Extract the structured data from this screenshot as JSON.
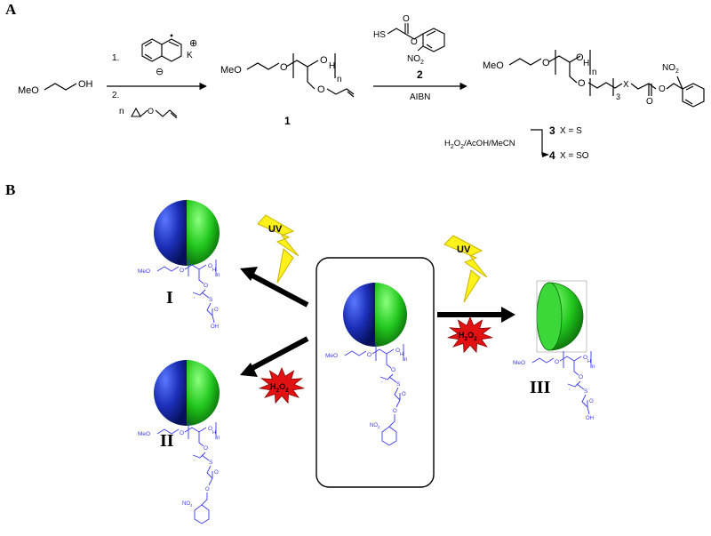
{
  "panels": {
    "a_label": "A",
    "b_label": "B"
  },
  "scheme": {
    "start": {
      "meo": "MeO",
      "oh": "OH"
    },
    "step1": {
      "k_plus": "K",
      "plus": "⊕",
      "minus": "⊖",
      "line1": "1.",
      "line2": "2.",
      "n": "n"
    },
    "compound1": {
      "label": "1",
      "meo": "MeO",
      "n": "n",
      "h": "H"
    },
    "step2": {
      "reagent_label": "2",
      "hs": "HS",
      "no2": "NO",
      "no2_sub": "2",
      "condition": "AIBN"
    },
    "compound34": {
      "meo": "MeO",
      "n": "n",
      "h": "H",
      "x": "X",
      "three": "3",
      "no2": "NO",
      "no2_sub": "2"
    },
    "oxidation": {
      "h2": "H",
      "h2_sub": "2",
      "o2": "O",
      "o2_sub": "2",
      "rest": "/AcOH/MeCN"
    },
    "comp3": {
      "num": "3",
      "text": "X = S"
    },
    "comp4": {
      "num": "4",
      "text": "X = SO"
    }
  },
  "panel_b": {
    "uv": "UV",
    "h2o2": {
      "h": "H",
      "sub2a": "2",
      "o": "O",
      "sub2b": "2"
    },
    "roman": {
      "i": "I",
      "ii": "II",
      "iii": "III"
    },
    "mini": {
      "meo": "MeO",
      "o": "O",
      "n": "n",
      "h": "H",
      "s": "S",
      "oh": "OH",
      "no2": "NO",
      "no2_sub": "2"
    }
  },
  "colors": {
    "structure_blue": "#3a3aee",
    "sphere_blue": "#1c2fb8",
    "sphere_green": "#22c81e",
    "uv_yellow": "#fff21a",
    "burst_red": "#e31212"
  }
}
